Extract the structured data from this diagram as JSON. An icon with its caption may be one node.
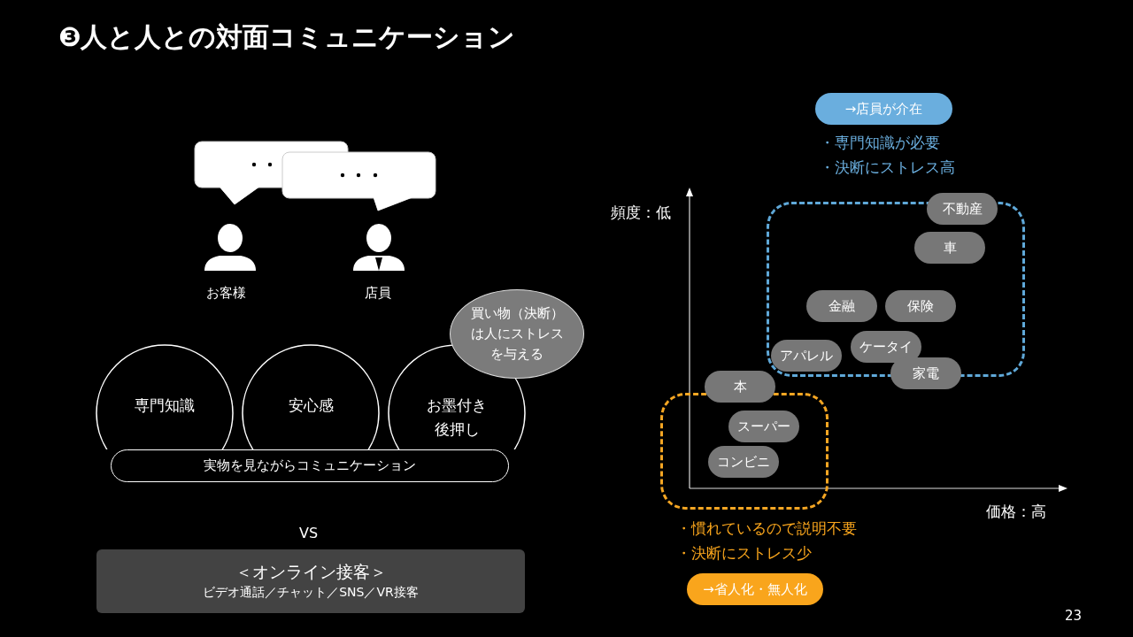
{
  "diagram": {
    "title": "❸人と人との対面コミュニケーション",
    "nodes": [
      {
        "text": [
          "専門知識"
        ]
      },
      {
        "text": [
          "安心感"
        ]
      },
      {
        "text": [
          "お墨付き後押し"
        ]
      },
      {
        "text": [
          "買い物（決断）は人にストレスを与える"
        ]
      },
      {
        "text": [
          "実物を見ながらコミュニケーション"
        ]
      },
      {
        "text": [
          "＜オンライン接客＞",
          "ビデオ通話／チャット／SNS／VR接客"
        ]
      },
      {
        "text": [
          "→店員が介在"
        ]
      },
      {
        "text": [],
        "shape": "box"
      },
      {
        "text": [
          "不動産"
        ]
      },
      {
        "text": [
          "車"
        ],
        "in": 7
      },
      {
        "text": [
          "金融"
        ],
        "in": 7
      },
      {
        "text": [
          "保険"
        ],
        "in": 7
      },
      {
        "text": [
          "アパレル"
        ],
        "in": 7
      },
      {
        "text": [
          "ケータイ"
        ],
        "in": 7
      },
      {
        "text": [
          "家電"
        ]
      },
      {
        "text": [
          "本"
        ]
      },
      {
        "text": [],
        "shape": "box"
      },
      {
        "text": [
          "スーパー"
        ],
        "in": 16
      },
      {
        "text": [
          "コンビニ"
        ],
        "in": 16
      },
      {
        "text": [
          "→省人化・無人化"
        ]
      }
    ],
    "edges": [],
    "labels": [
      "お客様",
      "店員",
      "VS",
      "・専門知識が必要",
      "・決断にストレス高",
      "頻度：低",
      "価格：高",
      "・慣れているので説明不要",
      "・決断にストレス少",
      "23"
    ]
  }
}
